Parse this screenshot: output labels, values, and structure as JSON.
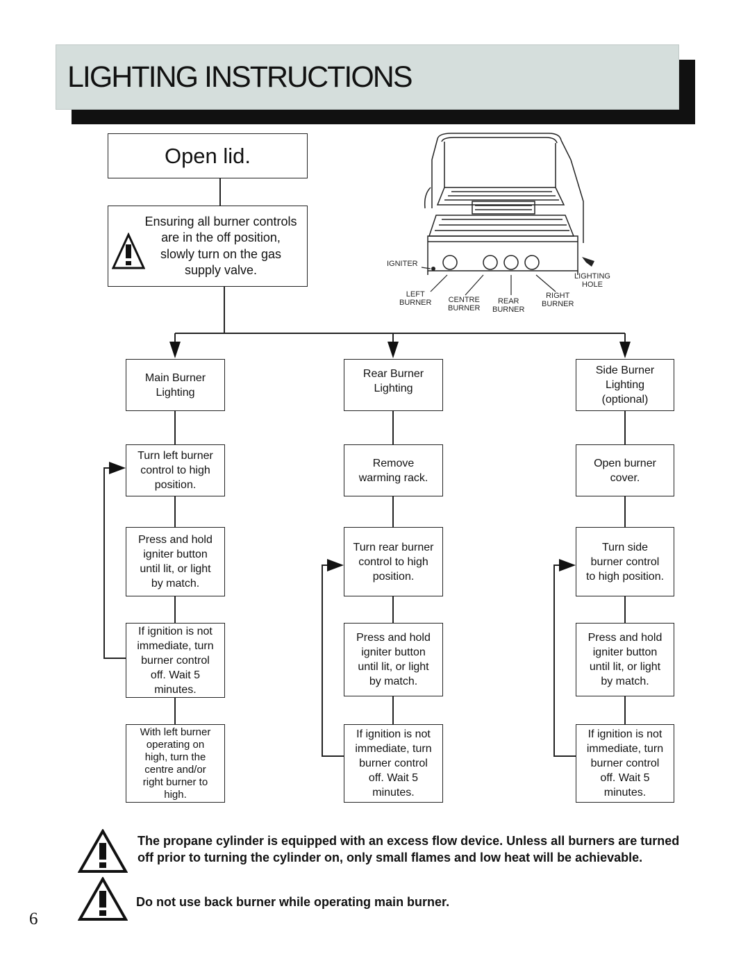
{
  "header": {
    "title": "LIGHTING INSTRUCTIONS"
  },
  "steps": {
    "open_lid": "Open lid.",
    "ensure": "Ensuring all burner controls\nare in the off position,\nslowly turn on the gas\nsupply valve."
  },
  "diagram_labels": {
    "igniter": "IGNITER",
    "lighting_hole": "LIGHTING\nHOLE",
    "left_burner": "LEFT\nBURNER",
    "centre_burner": "CENTRE\nBURNER",
    "rear_burner": "REAR\nBURNER",
    "right_burner": "RIGHT\nBURNER"
  },
  "columns": {
    "main": {
      "title": "Main Burner\nLighting",
      "steps": [
        "Turn left burner\ncontrol to high\nposition.",
        "Press and hold\nigniter button\nuntil lit, or light\nby match.",
        "If ignition is not\nimmediate, turn\nburner control\noff.  Wait 5\nminutes.",
        "With left burner\noperating on\nhigh, turn the\ncentre and/or\nright burner to\nhigh."
      ]
    },
    "rear": {
      "title": "Rear Burner\nLighting",
      "steps": [
        "Remove\nwarming rack.",
        "Turn rear burner\ncontrol to high\nposition.",
        "Press and hold\nigniter button\nuntil lit, or light\nby match.",
        "If ignition is not\nimmediate, turn\nburner control\noff.  Wait 5\nminutes."
      ]
    },
    "side": {
      "title": "Side Burner\nLighting\n(optional)",
      "steps": [
        "Open burner\ncover.",
        "Turn side\nburner control\nto high position.",
        "Press and hold\nigniter button\nuntil lit, or light\nby match.",
        "If ignition is not\nimmediate, turn\nburner control\noff.  Wait 5\nminutes."
      ]
    }
  },
  "warnings": [
    "The propane cylinder is equipped with an excess flow device.  Unless all burners are turned off prior to turning the cylinder on, only small flames and low heat will be achievable.",
    "Do not use back burner while operating main burner."
  ],
  "page_number": "6"
}
